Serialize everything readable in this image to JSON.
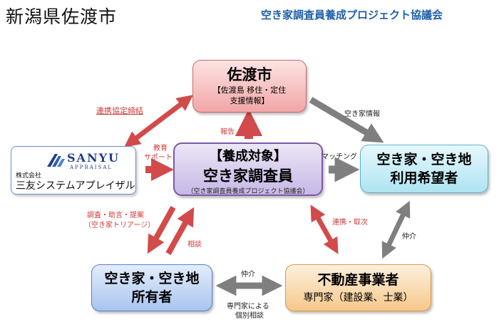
{
  "header": {
    "city": "新潟県佐渡市",
    "council": "空き家調査員養成プロジェクト協議会"
  },
  "nodes": {
    "sado": {
      "title": "佐渡市",
      "sub1": "【佐渡島 移住・定住",
      "sub2": "支援情報】"
    },
    "sanyu": {
      "logo_main": "SANYU",
      "logo_sub": "APPRAISAL",
      "prefix": "株式会社",
      "name": "三友システムアプレイザル"
    },
    "center": {
      "line1": "【養成対象】",
      "line2": "空き家調査員",
      "line3": "（空き家調査員養成プロジェクト協議会）"
    },
    "user": {
      "line1": "空き家・空き地",
      "line2": "利用希望者"
    },
    "owner": {
      "line1": "空き家・空き地",
      "line2": "所有者"
    },
    "estate": {
      "line1": "不動産事業者",
      "line2": "専門家（建設業、士業）"
    }
  },
  "labels": {
    "partnership": "連携協定締結",
    "report": "報告",
    "vacancy_info": "空き家情報",
    "edu1": "教育",
    "edu2": "サポート",
    "matching": "マッチング",
    "survey1": "調査・助言・提案",
    "survey2": "（空き家トリアージ）",
    "consult": "相談",
    "coop": "連携・取次",
    "mediate_right": "仲介",
    "mediate_bottom": "仲介",
    "expert1": "専門家による",
    "expert2": "個別相談"
  },
  "colors": {
    "red_arrow": "#d24a4a",
    "gray_arrow": "#7f7f7f",
    "title_blue": "#1f5fa8",
    "label_red": "#d03a3a"
  }
}
